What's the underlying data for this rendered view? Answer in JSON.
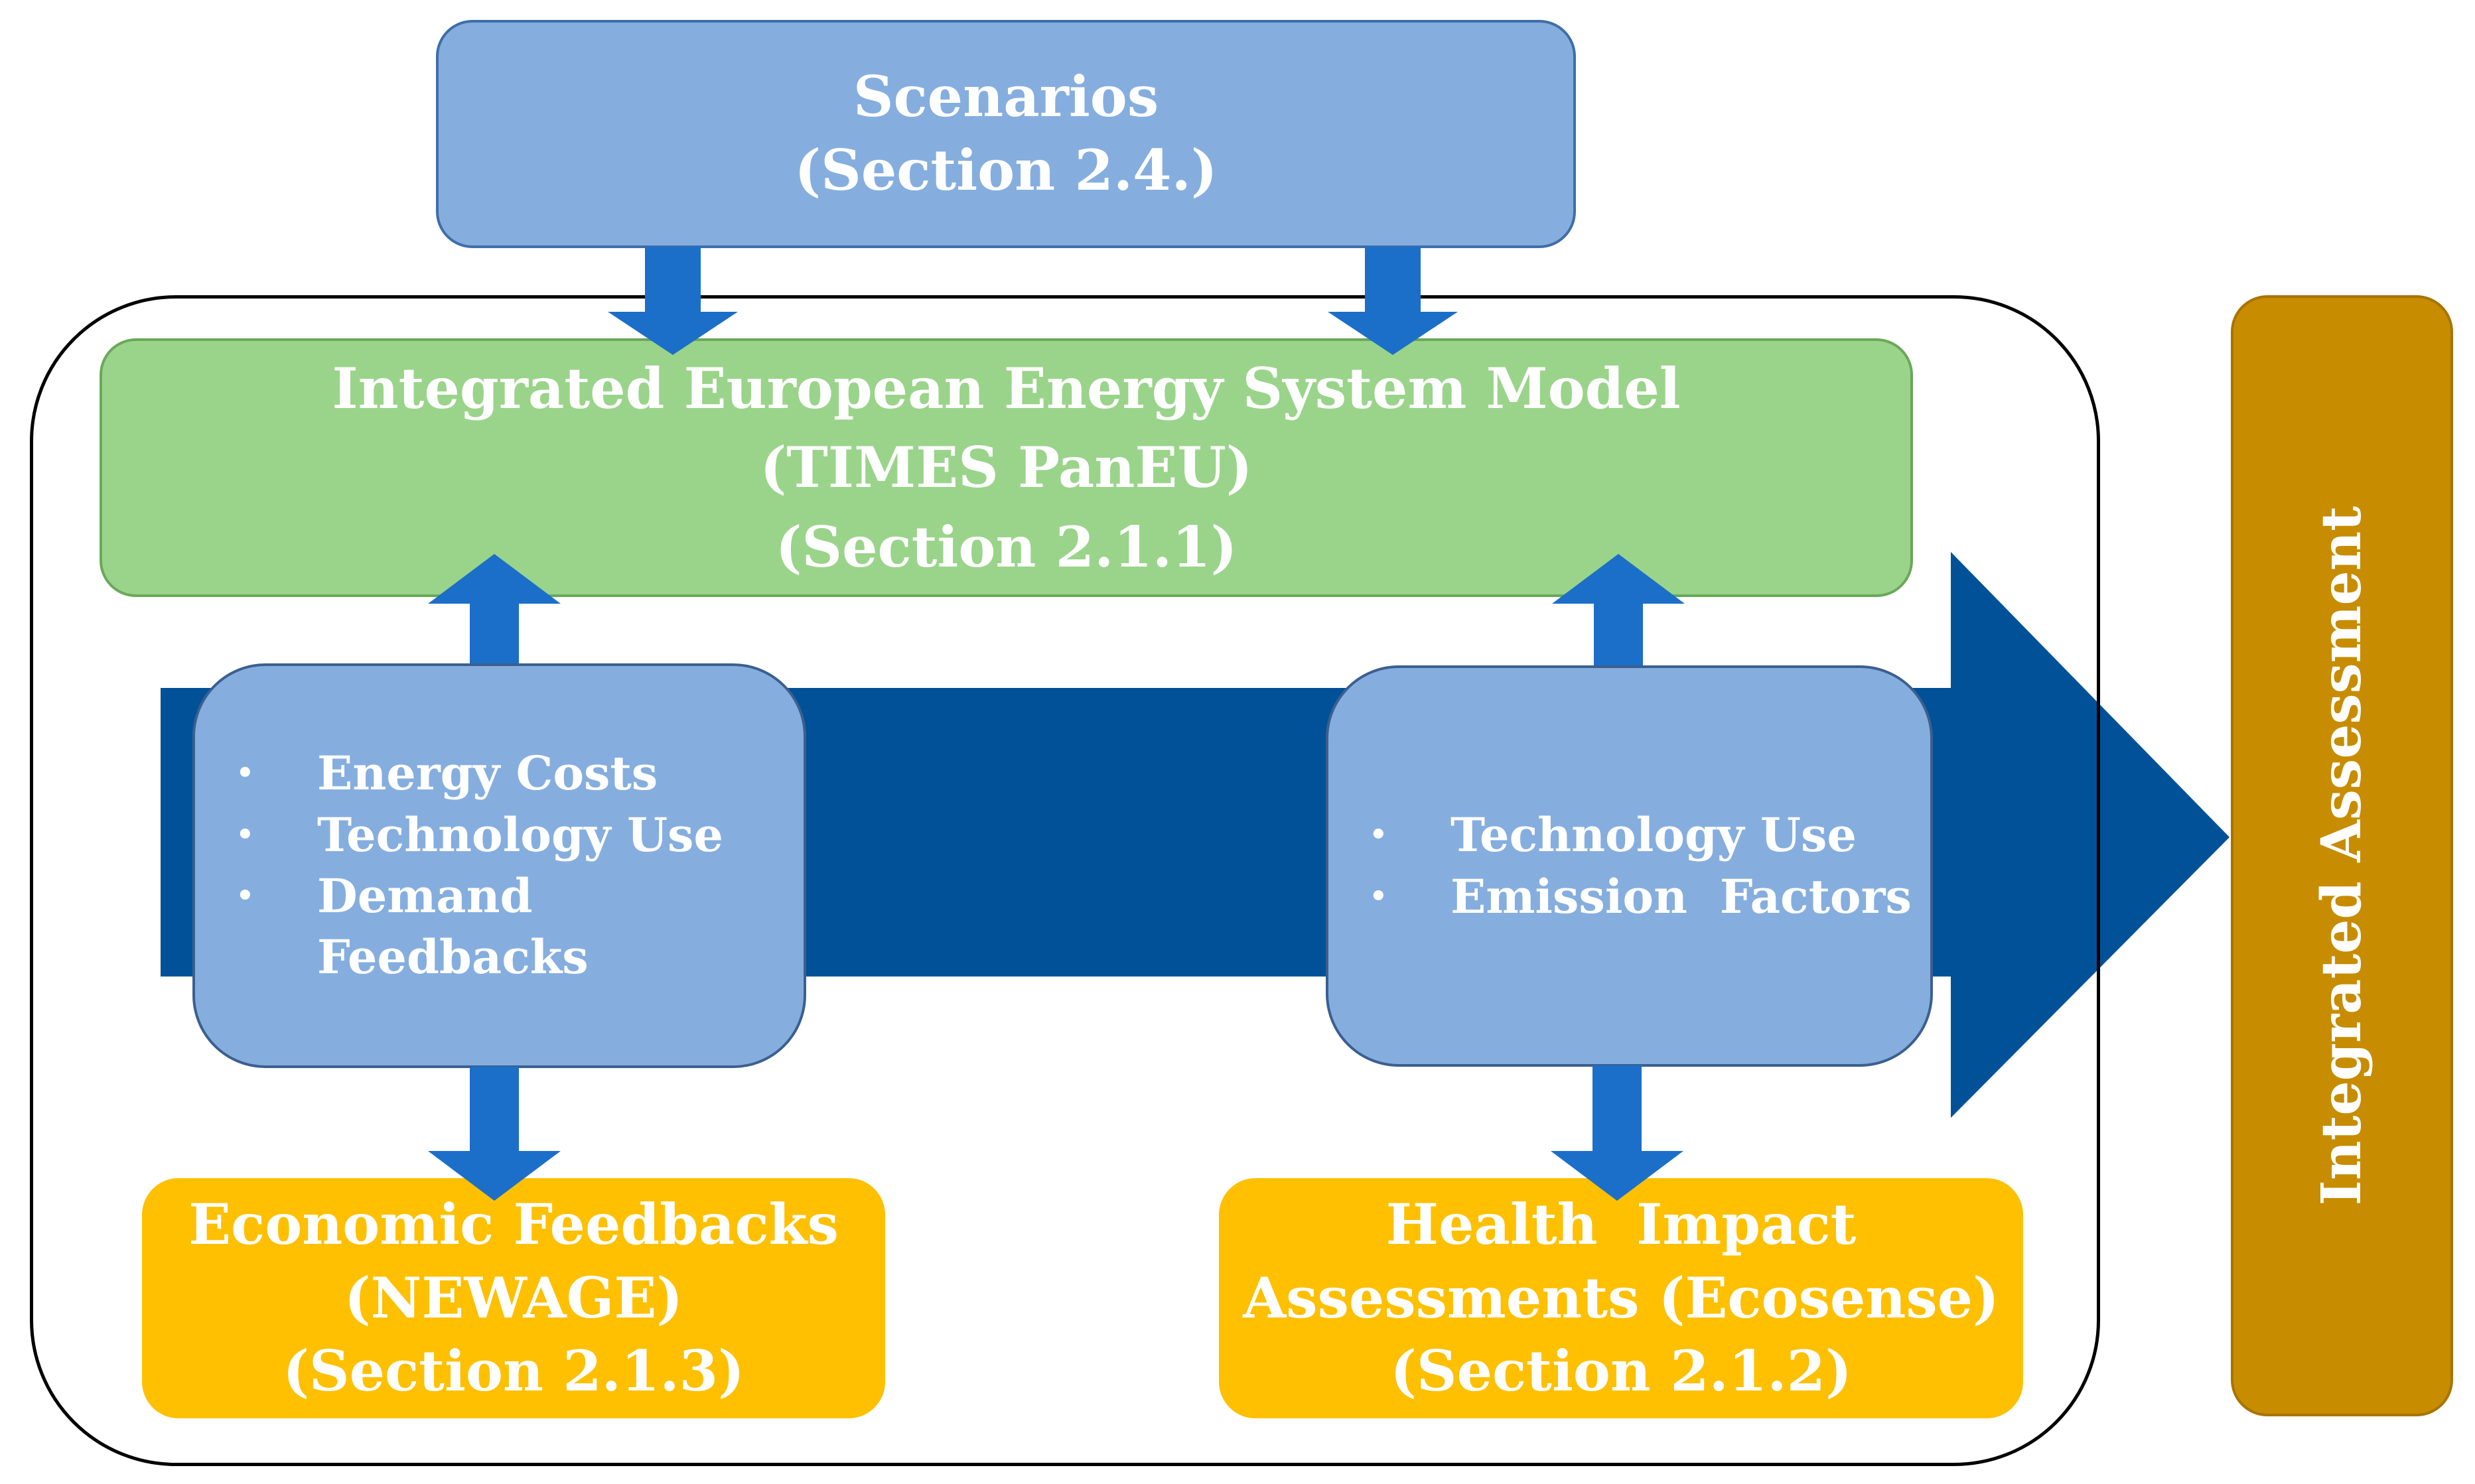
{
  "colors": {
    "scenario_box": "#85aedf",
    "model_box": "#9ad48a",
    "output_box": "#fec000",
    "assessment_box": "#c78c00",
    "main_arrow": "#005198",
    "connector_arrow": "#1b6fc8",
    "frame": "#000000"
  },
  "scenarios": {
    "title": "Scenarios",
    "section": "(Section 2.4.)"
  },
  "model": {
    "title": "Integrated European Energy System Model",
    "subtitle": "(TIMES PanEU)",
    "section": "(Section 2.1.1)"
  },
  "left_exchange": {
    "items": [
      "Energy Costs",
      "Technology Use",
      "Demand Feedbacks"
    ]
  },
  "right_exchange": {
    "items": [
      "Technology Use",
      "Emission  Factors"
    ]
  },
  "economic": {
    "title": "Economic Feedbacks",
    "subtitle": "(NEWAGE)",
    "section": "(Section 2.1.3)"
  },
  "health": {
    "title": "Health  Impact",
    "subtitle": "Assessments (Ecosense)",
    "section": "(Section 2.1.2)"
  },
  "assessment": {
    "label": "Integrated Assessment"
  }
}
